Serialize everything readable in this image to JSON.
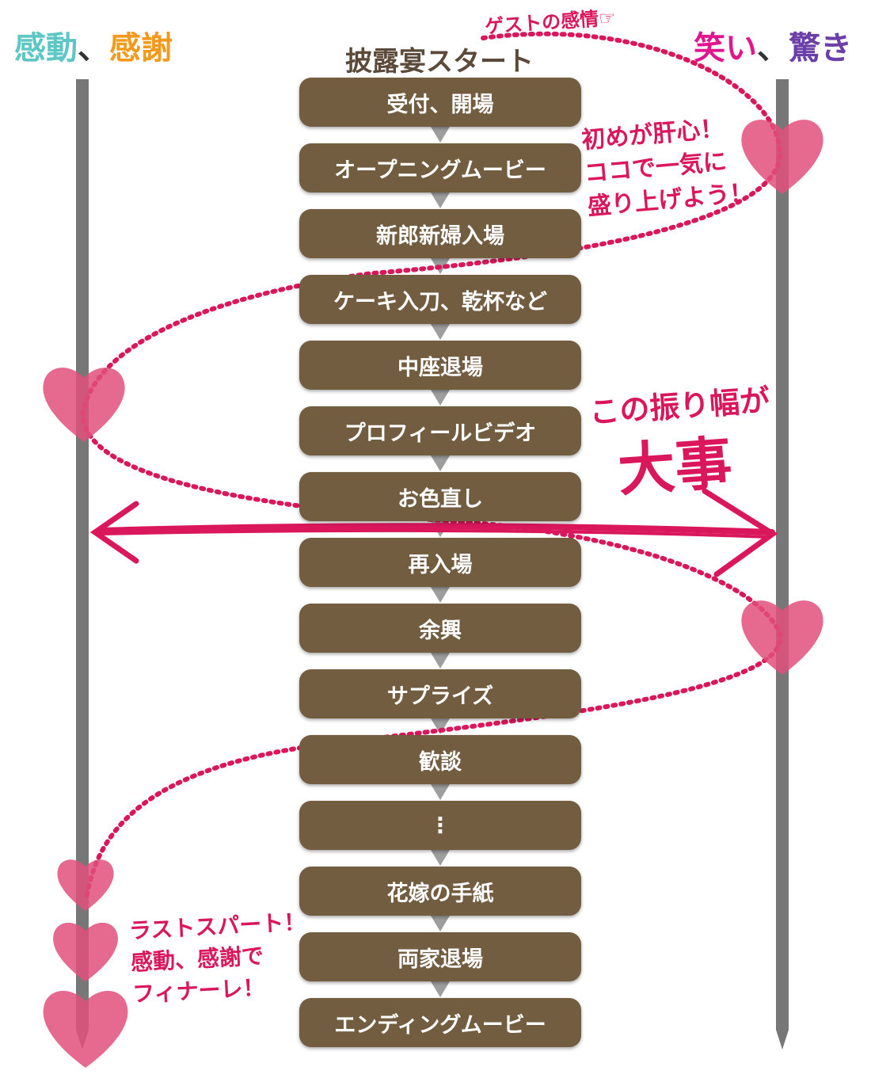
{
  "header": {
    "left_label_1": "感動",
    "left_sep": "、",
    "left_label_2": "感謝",
    "right_label_1": "笑い",
    "right_sep": "、",
    "right_label_2": "驚き",
    "start_label": "披露宴スタート",
    "guest_emotion_label": "ゲストの感情☞"
  },
  "colors": {
    "left_label_1": "#5ec6c4",
    "left_label_2": "#f39a1d",
    "right_label_1": "#e2168c",
    "right_label_2": "#6b3fa8",
    "separator": "#333333",
    "step_box": "#735d41",
    "accent": "#d9175a",
    "heart": "#e2507d",
    "pole": "#777777"
  },
  "steps": [
    "受付、開場",
    "オープニングムービー",
    "新郎新婦入場",
    "ケーキ入刀、乾杯など",
    "中座退場",
    "プロフィールビデオ",
    "お色直し",
    "再入場",
    "余興",
    "サプライズ",
    "歓談",
    "⋮",
    "花嫁の手紙",
    "両家退場",
    "エンディングムービー"
  ],
  "notes": {
    "opening": "初めが肝心！\nココで一気に\n盛り上げよう！",
    "swing_line1": "この振り幅が",
    "swing_line2": "大事",
    "finale": "ラストスパート！\n感動、感謝で\nフィナーレ！"
  },
  "icons": [
    "heart-icon",
    "double-arrow-icon",
    "pointing-hand-icon"
  ]
}
